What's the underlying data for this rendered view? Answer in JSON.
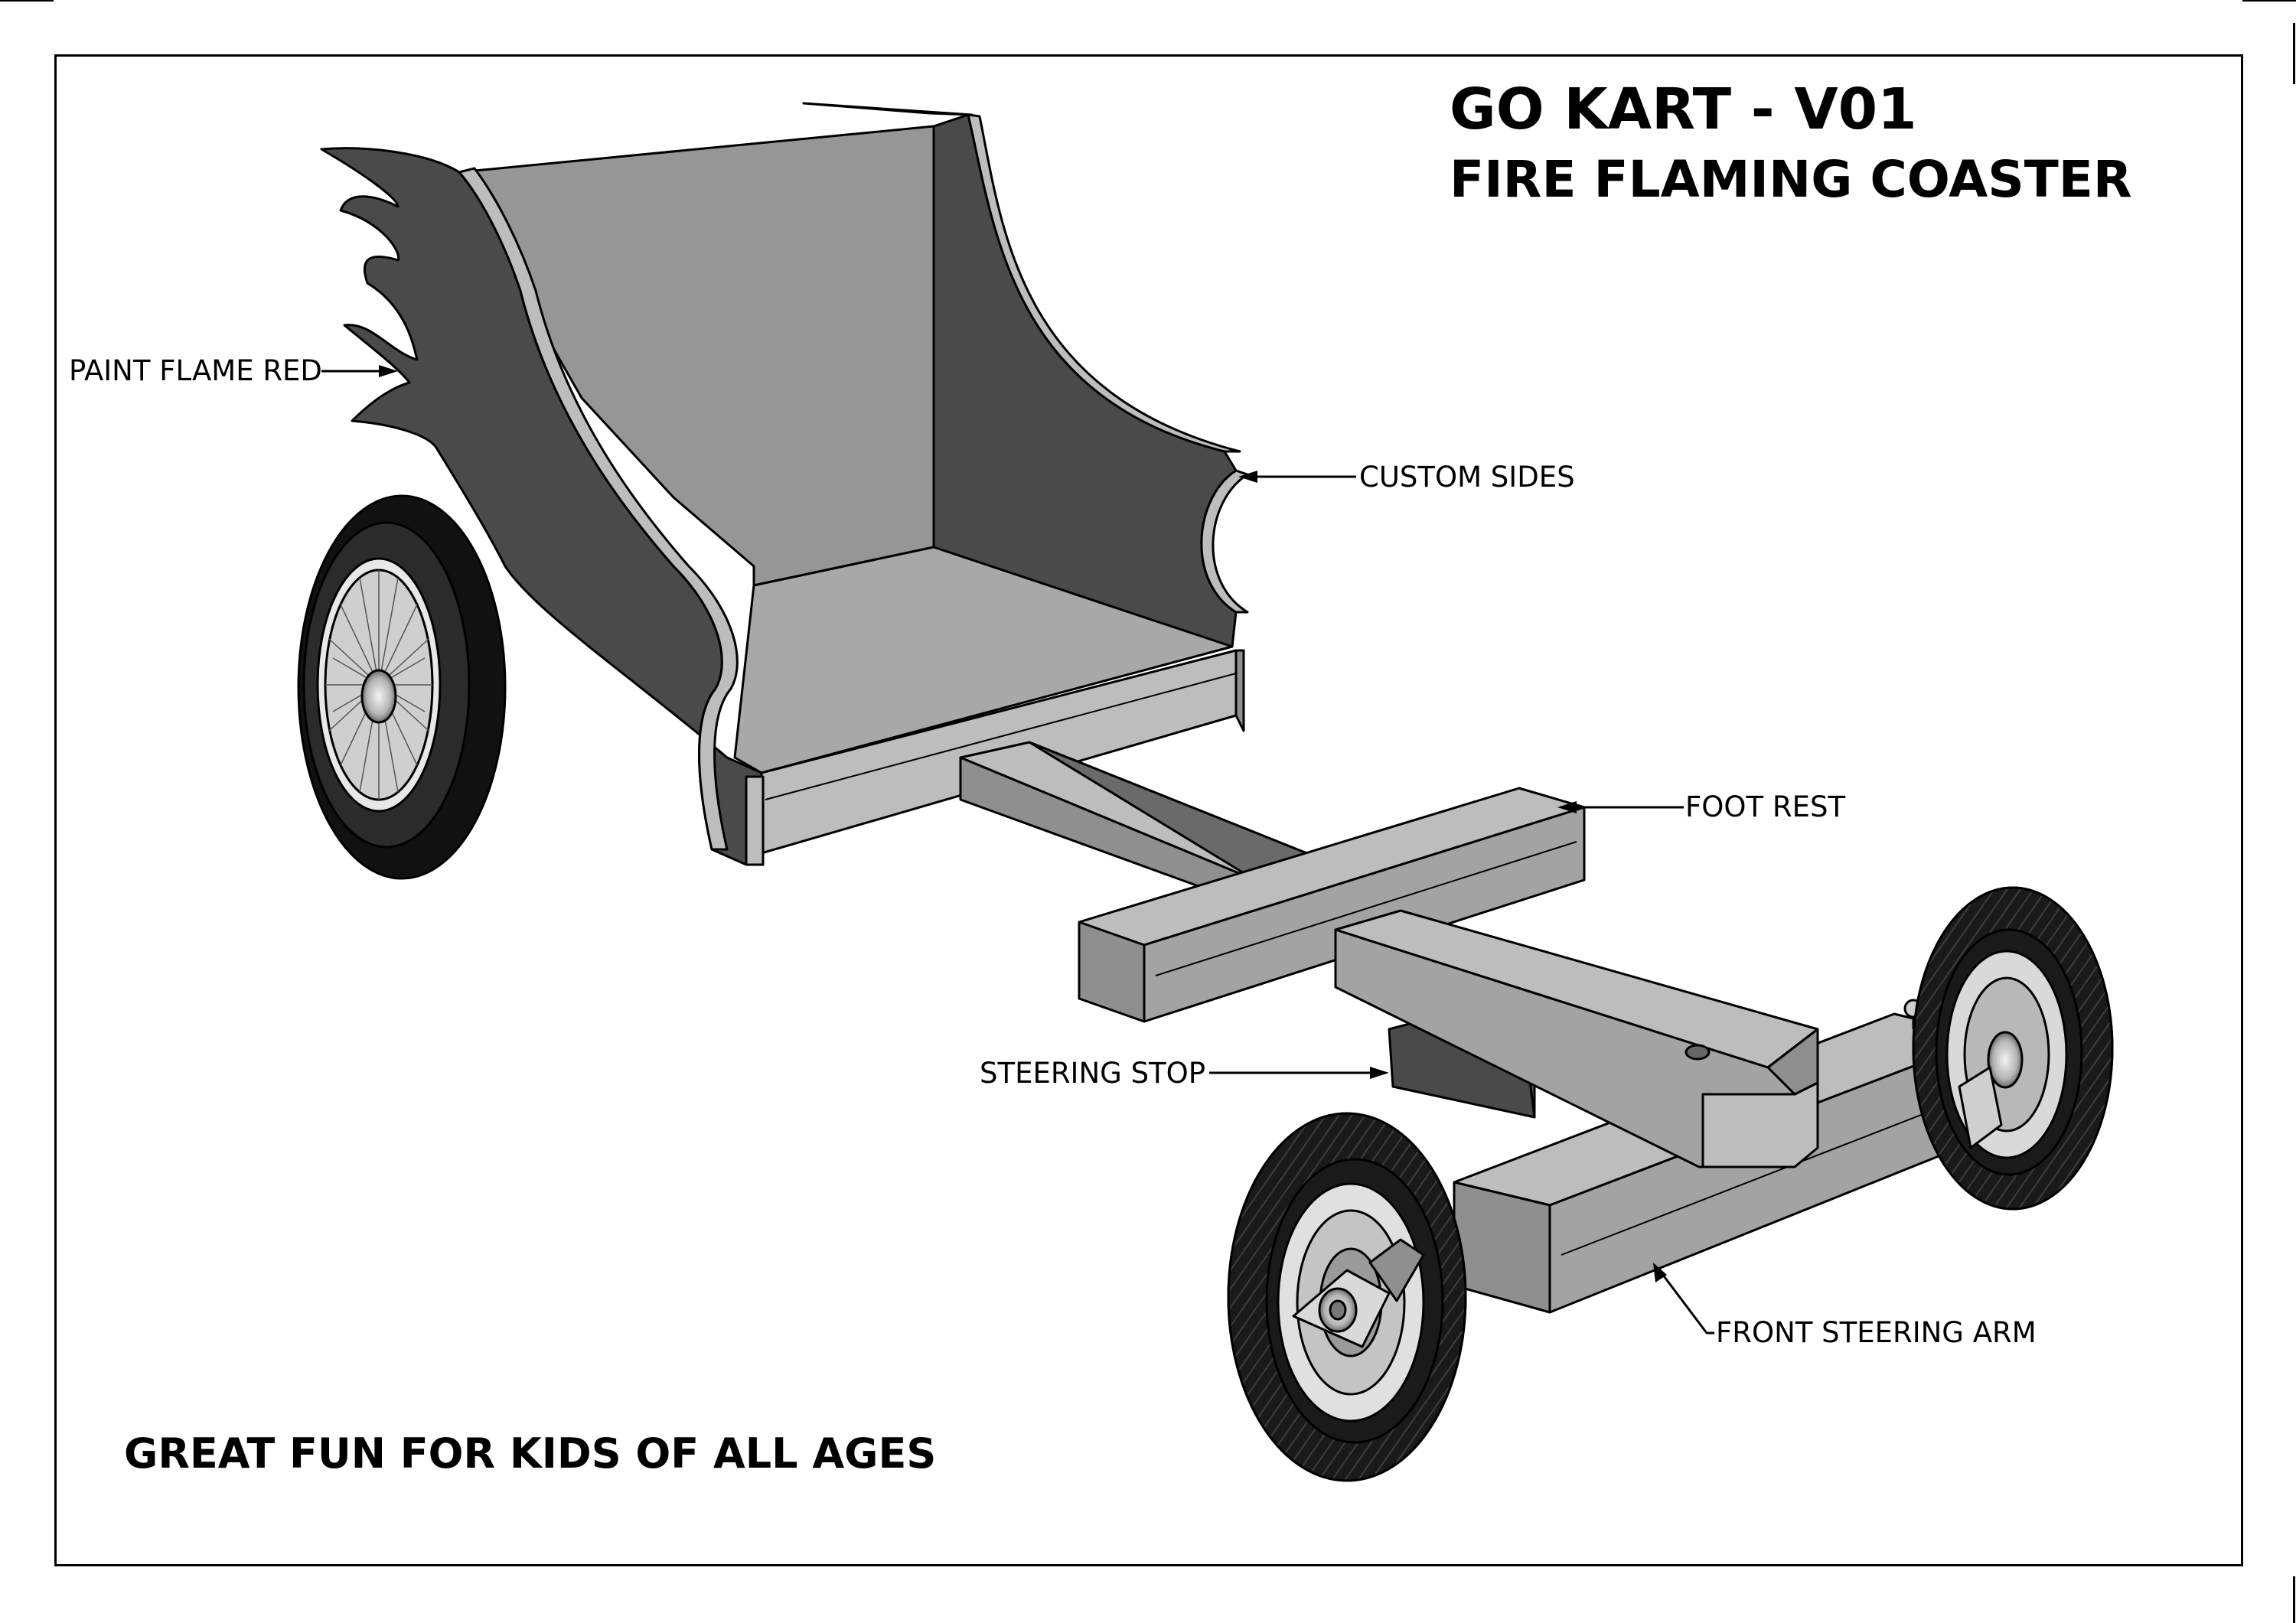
{
  "title": {
    "line1": "GO KART - V01",
    "line2": "FIRE FLAMING COASTER"
  },
  "tagline": "GREAT FUN FOR KIDS OF ALL AGES",
  "callouts": {
    "paint_flame": "PAINT FLAME RED",
    "custom_sides": "CUSTOM SIDES",
    "foot_rest": "FOOT REST",
    "steering_stop": "STEERING STOP",
    "front_steering_arm": "FRONT STEERING ARM"
  },
  "colors": {
    "line": "#000000",
    "seat_side": "#4a4a4a",
    "seat_back": "#969696",
    "seat_floor": "#a8a8a8",
    "wood_light": "#bdbdbd",
    "wood_mid": "#8f8f8f",
    "wood_dark": "#5e5e5e",
    "tire": "#1a1a1a"
  }
}
